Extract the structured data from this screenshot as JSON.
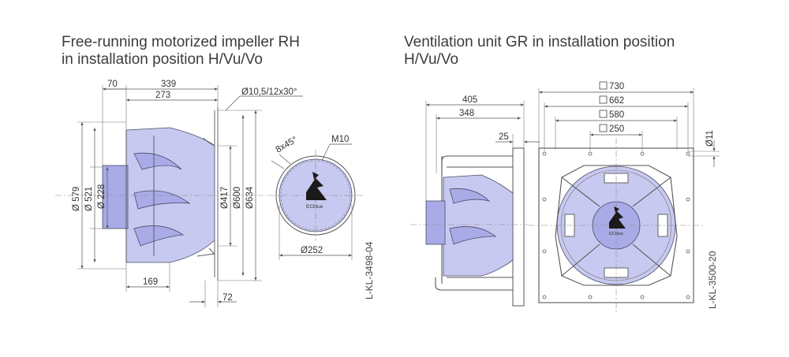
{
  "left_title": [
    "Free-running motorized impeller RH",
    "in installation position H/Vu/Vo"
  ],
  "right_title": [
    "Ventilation unit GR in installation position",
    "H/Vu/Vo"
  ],
  "left_dims": {
    "d70": "70",
    "d339": "339",
    "d273": "273",
    "holes": "Ø10,5/12x30°",
    "d579": "Ø 579",
    "d521": "Ø 521",
    "d228": "Ø 228",
    "d417": "Ø417",
    "d600": "Ø600",
    "d634": "Ø634",
    "d169": "169",
    "d72": "72"
  },
  "motor_dims": {
    "angle": "8x45°",
    "thread": "M10",
    "d252": "Ø252",
    "logo": "ECblue"
  },
  "right_dims": {
    "d405": "405",
    "d348": "348",
    "d25": "25",
    "sq730": "730",
    "sq662": "662",
    "sq580": "580",
    "sq250": "250",
    "d11": "Ø11",
    "logo": "ECblue"
  },
  "drawing_refs": {
    "left": "L-KL-3498-04",
    "right": "L-KL-3500-20"
  },
  "colors": {
    "impeller_fill": "#c8c9f0",
    "impeller_dark": "#a9abe6",
    "line": "#555555"
  }
}
